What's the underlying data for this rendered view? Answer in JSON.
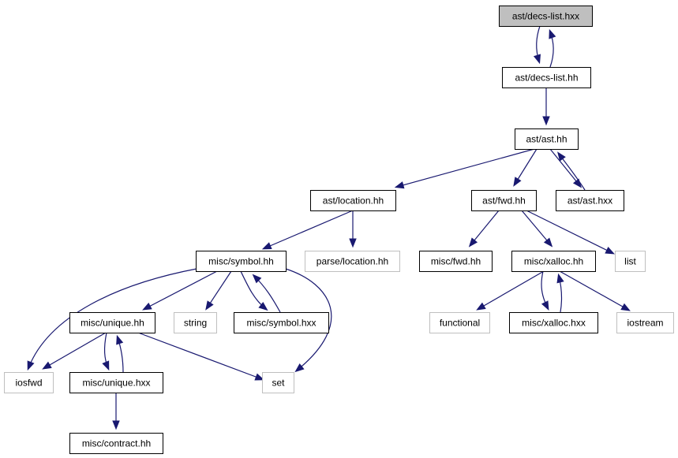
{
  "colors": {
    "edge": "#191970",
    "focus_fill": "#bfbfbf",
    "normal_fill": "#ffffff",
    "normal_border": "#000000",
    "external_border": "#bfbfbf",
    "text": "#000000",
    "external_text": "#000000"
  },
  "nodes": [
    {
      "id": "decs_list_hxx",
      "label": "ast/decs-list.hxx",
      "kind": "focus"
    },
    {
      "id": "decs_list_hh",
      "label": "ast/decs-list.hh",
      "kind": "normal"
    },
    {
      "id": "ast_hh",
      "label": "ast/ast.hh",
      "kind": "normal"
    },
    {
      "id": "location_hh",
      "label": "ast/location.hh",
      "kind": "normal"
    },
    {
      "id": "fwd_hh",
      "label": "ast/fwd.hh",
      "kind": "normal"
    },
    {
      "id": "ast_hxx",
      "label": "ast/ast.hxx",
      "kind": "normal"
    },
    {
      "id": "symbol_hh",
      "label": "misc/symbol.hh",
      "kind": "normal"
    },
    {
      "id": "parse_location_hh",
      "label": "parse/location.hh",
      "kind": "external"
    },
    {
      "id": "misc_fwd_hh",
      "label": "misc/fwd.hh",
      "kind": "normal"
    },
    {
      "id": "xalloc_hh",
      "label": "misc/xalloc.hh",
      "kind": "normal"
    },
    {
      "id": "list",
      "label": "list",
      "kind": "external"
    },
    {
      "id": "unique_hh",
      "label": "misc/unique.hh",
      "kind": "normal"
    },
    {
      "id": "string",
      "label": "string",
      "kind": "external"
    },
    {
      "id": "symbol_hxx",
      "label": "misc/symbol.hxx",
      "kind": "normal"
    },
    {
      "id": "functional",
      "label": "functional",
      "kind": "external"
    },
    {
      "id": "xalloc_hxx",
      "label": "misc/xalloc.hxx",
      "kind": "normal"
    },
    {
      "id": "iostream",
      "label": "iostream",
      "kind": "external"
    },
    {
      "id": "iosfwd",
      "label": "iosfwd",
      "kind": "external"
    },
    {
      "id": "unique_hxx",
      "label": "misc/unique.hxx",
      "kind": "normal"
    },
    {
      "id": "set",
      "label": "set",
      "kind": "external"
    },
    {
      "id": "contract_hh",
      "label": "misc/contract.hh",
      "kind": "normal"
    }
  ],
  "edges": [
    {
      "id": "e1",
      "from": "decs_list_hxx",
      "to": "decs_list_hh"
    },
    {
      "id": "e2",
      "from": "decs_list_hh",
      "to": "decs_list_hxx"
    },
    {
      "id": "e3",
      "from": "decs_list_hh",
      "to": "ast_hh"
    },
    {
      "id": "e4",
      "from": "ast_hh",
      "to": "location_hh"
    },
    {
      "id": "e5",
      "from": "ast_hh",
      "to": "fwd_hh"
    },
    {
      "id": "e6",
      "from": "ast_hh",
      "to": "ast_hxx"
    },
    {
      "id": "e7",
      "from": "ast_hxx",
      "to": "ast_hh"
    },
    {
      "id": "e8",
      "from": "location_hh",
      "to": "symbol_hh"
    },
    {
      "id": "e9",
      "from": "location_hh",
      "to": "parse_location_hh"
    },
    {
      "id": "e10",
      "from": "fwd_hh",
      "to": "misc_fwd_hh"
    },
    {
      "id": "e11",
      "from": "fwd_hh",
      "to": "xalloc_hh"
    },
    {
      "id": "e12",
      "from": "fwd_hh",
      "to": "list"
    },
    {
      "id": "e13",
      "from": "symbol_hh",
      "to": "iosfwd"
    },
    {
      "id": "e14",
      "from": "symbol_hh",
      "to": "unique_hh"
    },
    {
      "id": "e15",
      "from": "symbol_hh",
      "to": "string"
    },
    {
      "id": "e16",
      "from": "symbol_hh",
      "to": "symbol_hxx"
    },
    {
      "id": "e17",
      "from": "symbol_hxx",
      "to": "symbol_hh"
    },
    {
      "id": "e18",
      "from": "symbol_hh",
      "to": "set"
    },
    {
      "id": "e19",
      "from": "xalloc_hh",
      "to": "functional"
    },
    {
      "id": "e20",
      "from": "xalloc_hh",
      "to": "xalloc_hxx"
    },
    {
      "id": "e21",
      "from": "xalloc_hxx",
      "to": "xalloc_hh"
    },
    {
      "id": "e22",
      "from": "xalloc_hh",
      "to": "iostream"
    },
    {
      "id": "e23",
      "from": "unique_hh",
      "to": "iosfwd"
    },
    {
      "id": "e24",
      "from": "unique_hh",
      "to": "unique_hxx"
    },
    {
      "id": "e25",
      "from": "unique_hxx",
      "to": "unique_hh"
    },
    {
      "id": "e26",
      "from": "unique_hh",
      "to": "set"
    },
    {
      "id": "e27",
      "from": "unique_hxx",
      "to": "contract_hh"
    }
  ]
}
